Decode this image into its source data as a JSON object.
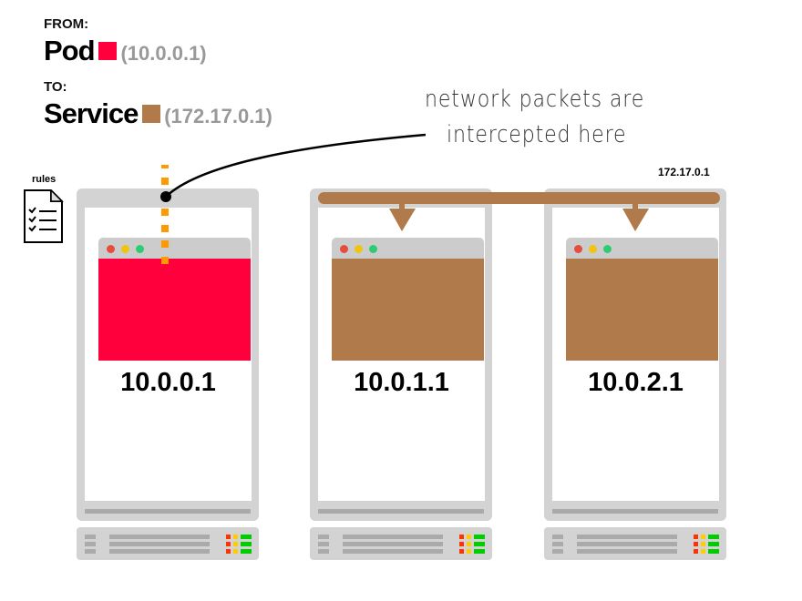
{
  "header": {
    "from_label": "FROM:",
    "from_name": "Pod",
    "from_ip": "(10.0.0.1)",
    "to_label": "TO:",
    "to_name": "Service",
    "to_ip": "(172.17.0.1)"
  },
  "rules_label": "rules",
  "annotation": {
    "line1": "network packets are",
    "line2": "intercepted here"
  },
  "service_ip": "172.17.0.1",
  "nodes": [
    {
      "ip": "10.0.0.1",
      "color": "#ff003c"
    },
    {
      "ip": "10.0.1.1",
      "color": "#b07a4a"
    },
    {
      "ip": "10.0.2.1",
      "color": "#b07a4a"
    }
  ],
  "colors": {
    "pod": "#ff003c",
    "service": "#b07a4a",
    "intercept": "#ff9900"
  }
}
